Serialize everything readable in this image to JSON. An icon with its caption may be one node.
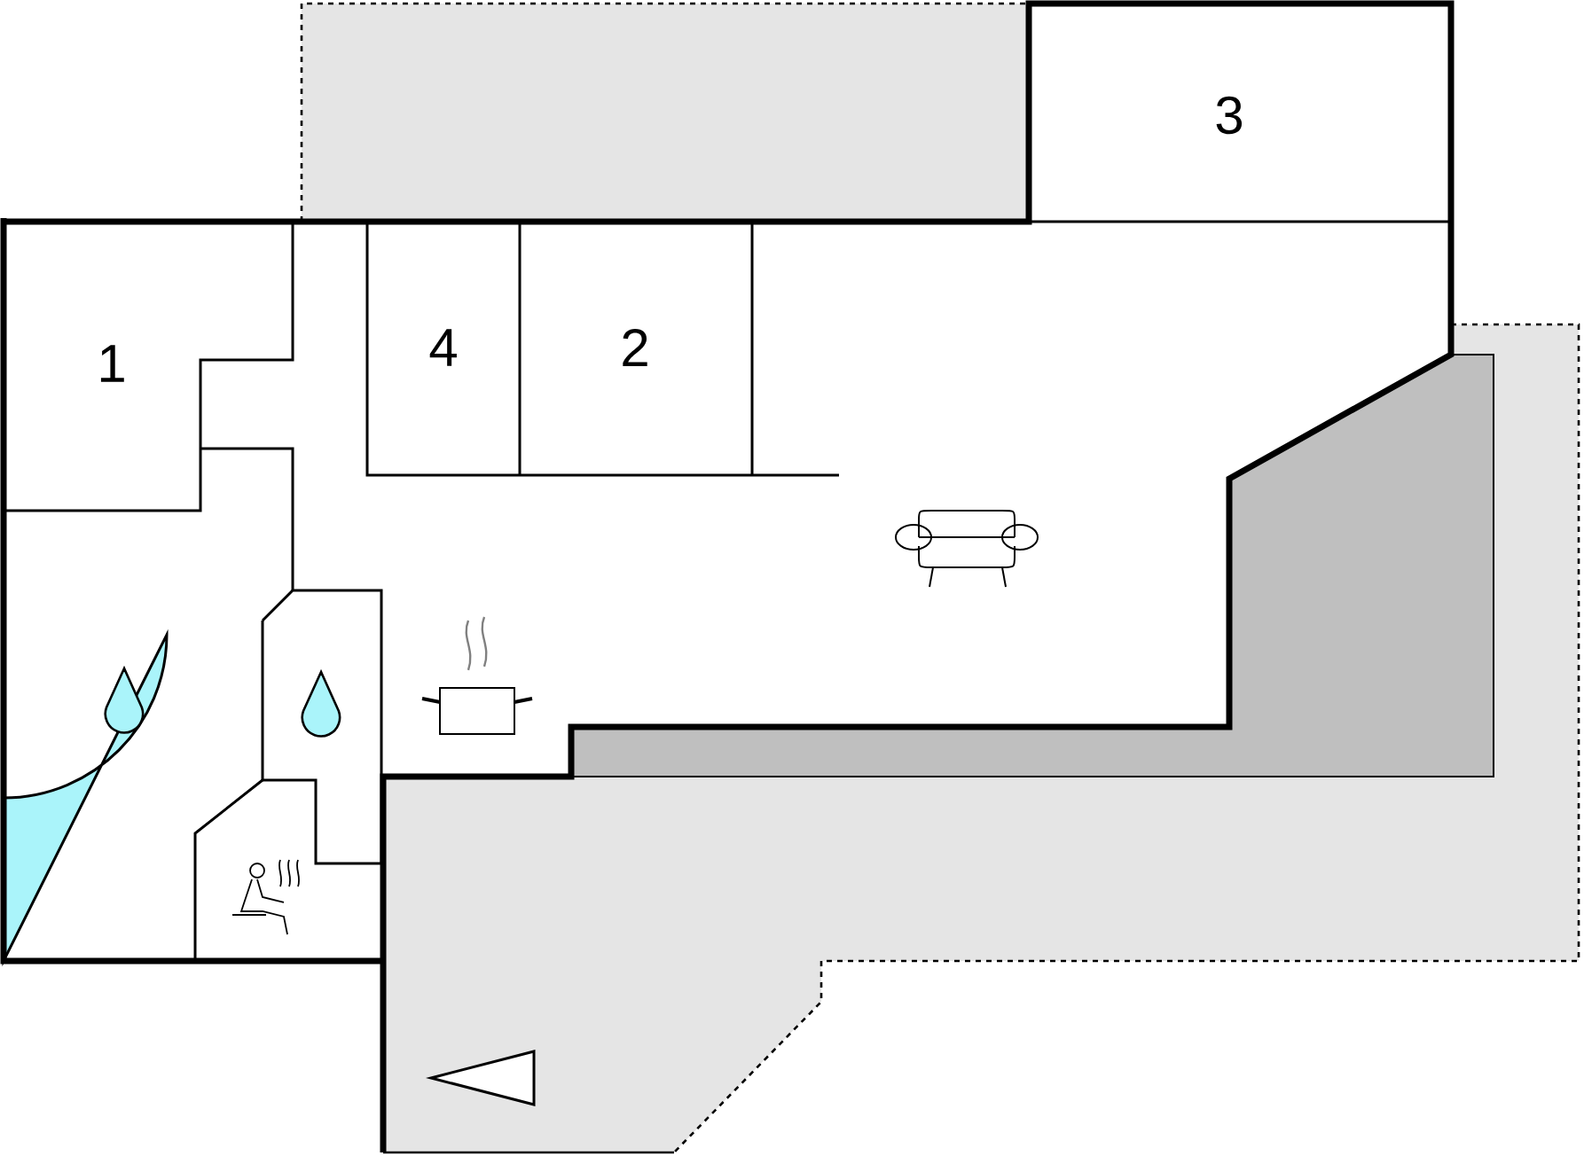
{
  "diagram": {
    "labels": [
      "3",
      "1",
      "4",
      "2"
    ]
  }
}
